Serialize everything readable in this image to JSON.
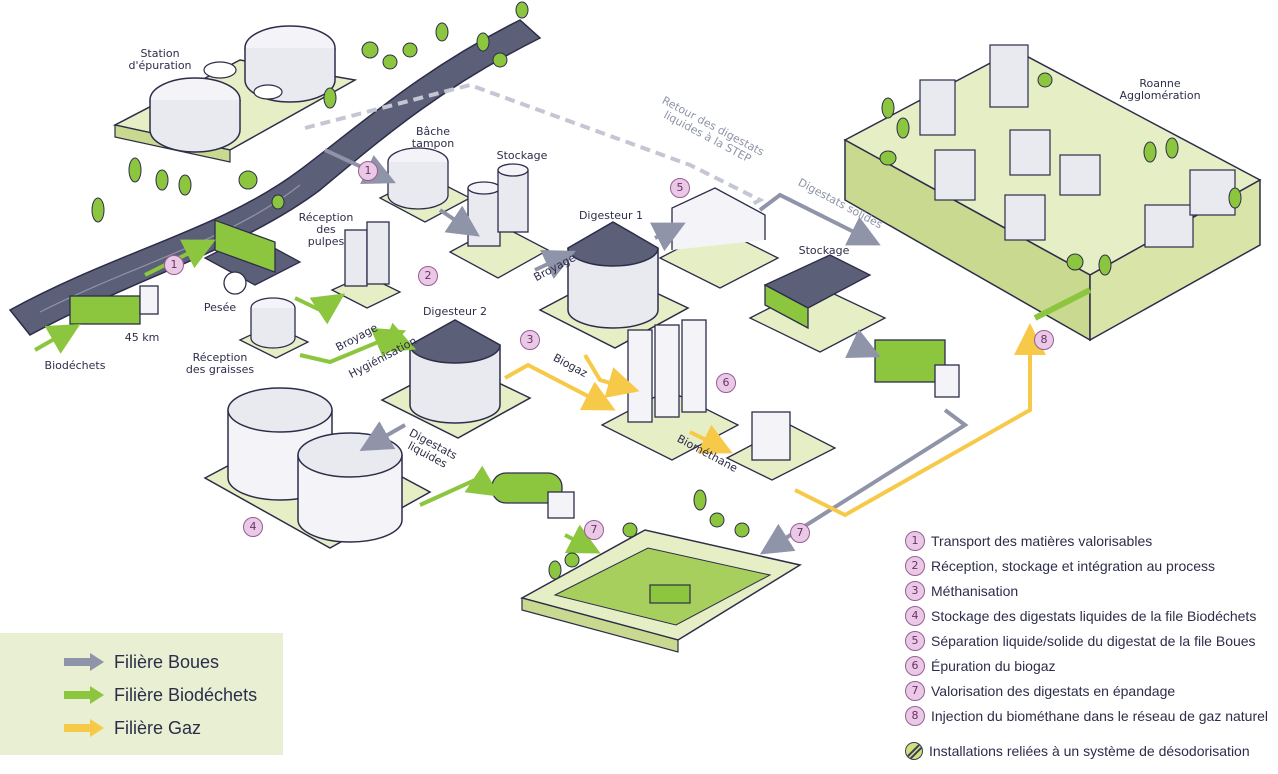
{
  "colors": {
    "boues": "#8f94a8",
    "biodechets": "#8cc63f",
    "gaz": "#f7c948",
    "number_badge": "#e9c9e6",
    "platform": "#e6eec6",
    "river": "#5b5f78"
  },
  "labels": {
    "station_epuration": "Station\nd'épuration",
    "bache_tampon": "Bâche\ntampon",
    "stockage_top": "Stockage",
    "retour_digestats": "Retour des digestats\nliquides à la STEP",
    "digestats_solides": "Digestats solides",
    "roanne": "Roanne\nAgglomération",
    "reception_pulpes": "Réception\ndes\npulpes",
    "digesteur1": "Digesteur 1",
    "broyage_1": "Broyage",
    "stockage_right": "Stockage",
    "pesee": "Pesée",
    "km": "45 km",
    "biodechets": "Biodéchets",
    "reception_graisses": "Réception\ndes graisses",
    "broyage_2": "Broyage",
    "hygienisation": "Hygiénisation",
    "digesteur2": "Digesteur 2",
    "biogaz": "Biogaz",
    "biomethane": "Biométhane",
    "digestats_liquides": "Digestats\nliquides"
  },
  "badges": {
    "n1a": "1",
    "n1b": "1",
    "n2": "2",
    "n3": "3",
    "n4": "4",
    "n5": "5",
    "n6": "6",
    "n7a": "7",
    "n7b": "7",
    "n8": "8"
  },
  "legend": [
    {
      "label": "Filière Boues",
      "icon": "arrow-icon"
    },
    {
      "label": "Filière Biodéchets",
      "icon": "arrow-icon"
    },
    {
      "label": "Filière Gaz",
      "icon": "arrow-icon"
    }
  ],
  "key": [
    {
      "num": "1",
      "text": "Transport des matières valorisables"
    },
    {
      "num": "2",
      "text": "Réception, stockage et intégration au process"
    },
    {
      "num": "3",
      "text": "Méthanisation"
    },
    {
      "num": "4",
      "text": "Stockage des digestats liquides de la file Biodéchets"
    },
    {
      "num": "5",
      "text": "Séparation liquide/solide du digestat de la file Boues"
    },
    {
      "num": "6",
      "text": "Épuration du biogaz"
    },
    {
      "num": "7",
      "text": "Valorisation des digestats en épandage"
    },
    {
      "num": "8",
      "text": "Injection du biométhane dans le réseau de gaz naturel"
    }
  ],
  "odor_note": "Installations reliées à un système de désodorisation"
}
